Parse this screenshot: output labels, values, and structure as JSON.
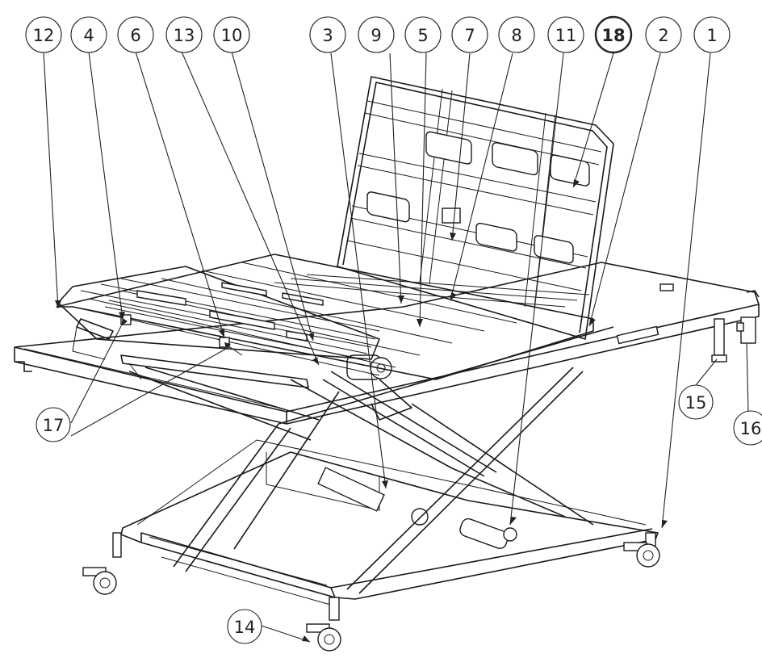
{
  "diagram": {
    "type": "exploded-parts-drawing",
    "callouts": [
      {
        "id": "c12",
        "label": "12",
        "bold": false
      },
      {
        "id": "c4",
        "label": "4",
        "bold": false
      },
      {
        "id": "c6",
        "label": "6",
        "bold": false
      },
      {
        "id": "c13",
        "label": "13",
        "bold": false
      },
      {
        "id": "c10",
        "label": "10",
        "bold": false
      },
      {
        "id": "c3",
        "label": "3",
        "bold": false
      },
      {
        "id": "c9",
        "label": "9",
        "bold": false
      },
      {
        "id": "c5",
        "label": "5",
        "bold": false
      },
      {
        "id": "c7",
        "label": "7",
        "bold": false
      },
      {
        "id": "c8",
        "label": "8",
        "bold": false
      },
      {
        "id": "c11",
        "label": "11",
        "bold": false
      },
      {
        "id": "c18",
        "label": "18",
        "bold": true
      },
      {
        "id": "c2",
        "label": "2",
        "bold": false
      },
      {
        "id": "c1",
        "label": "1",
        "bold": false
      },
      {
        "id": "c15",
        "label": "15",
        "bold": false
      },
      {
        "id": "c16",
        "label": "16",
        "bold": false
      },
      {
        "id": "c17",
        "label": "17",
        "bold": false
      },
      {
        "id": "c14",
        "label": "14",
        "bold": false
      }
    ]
  }
}
